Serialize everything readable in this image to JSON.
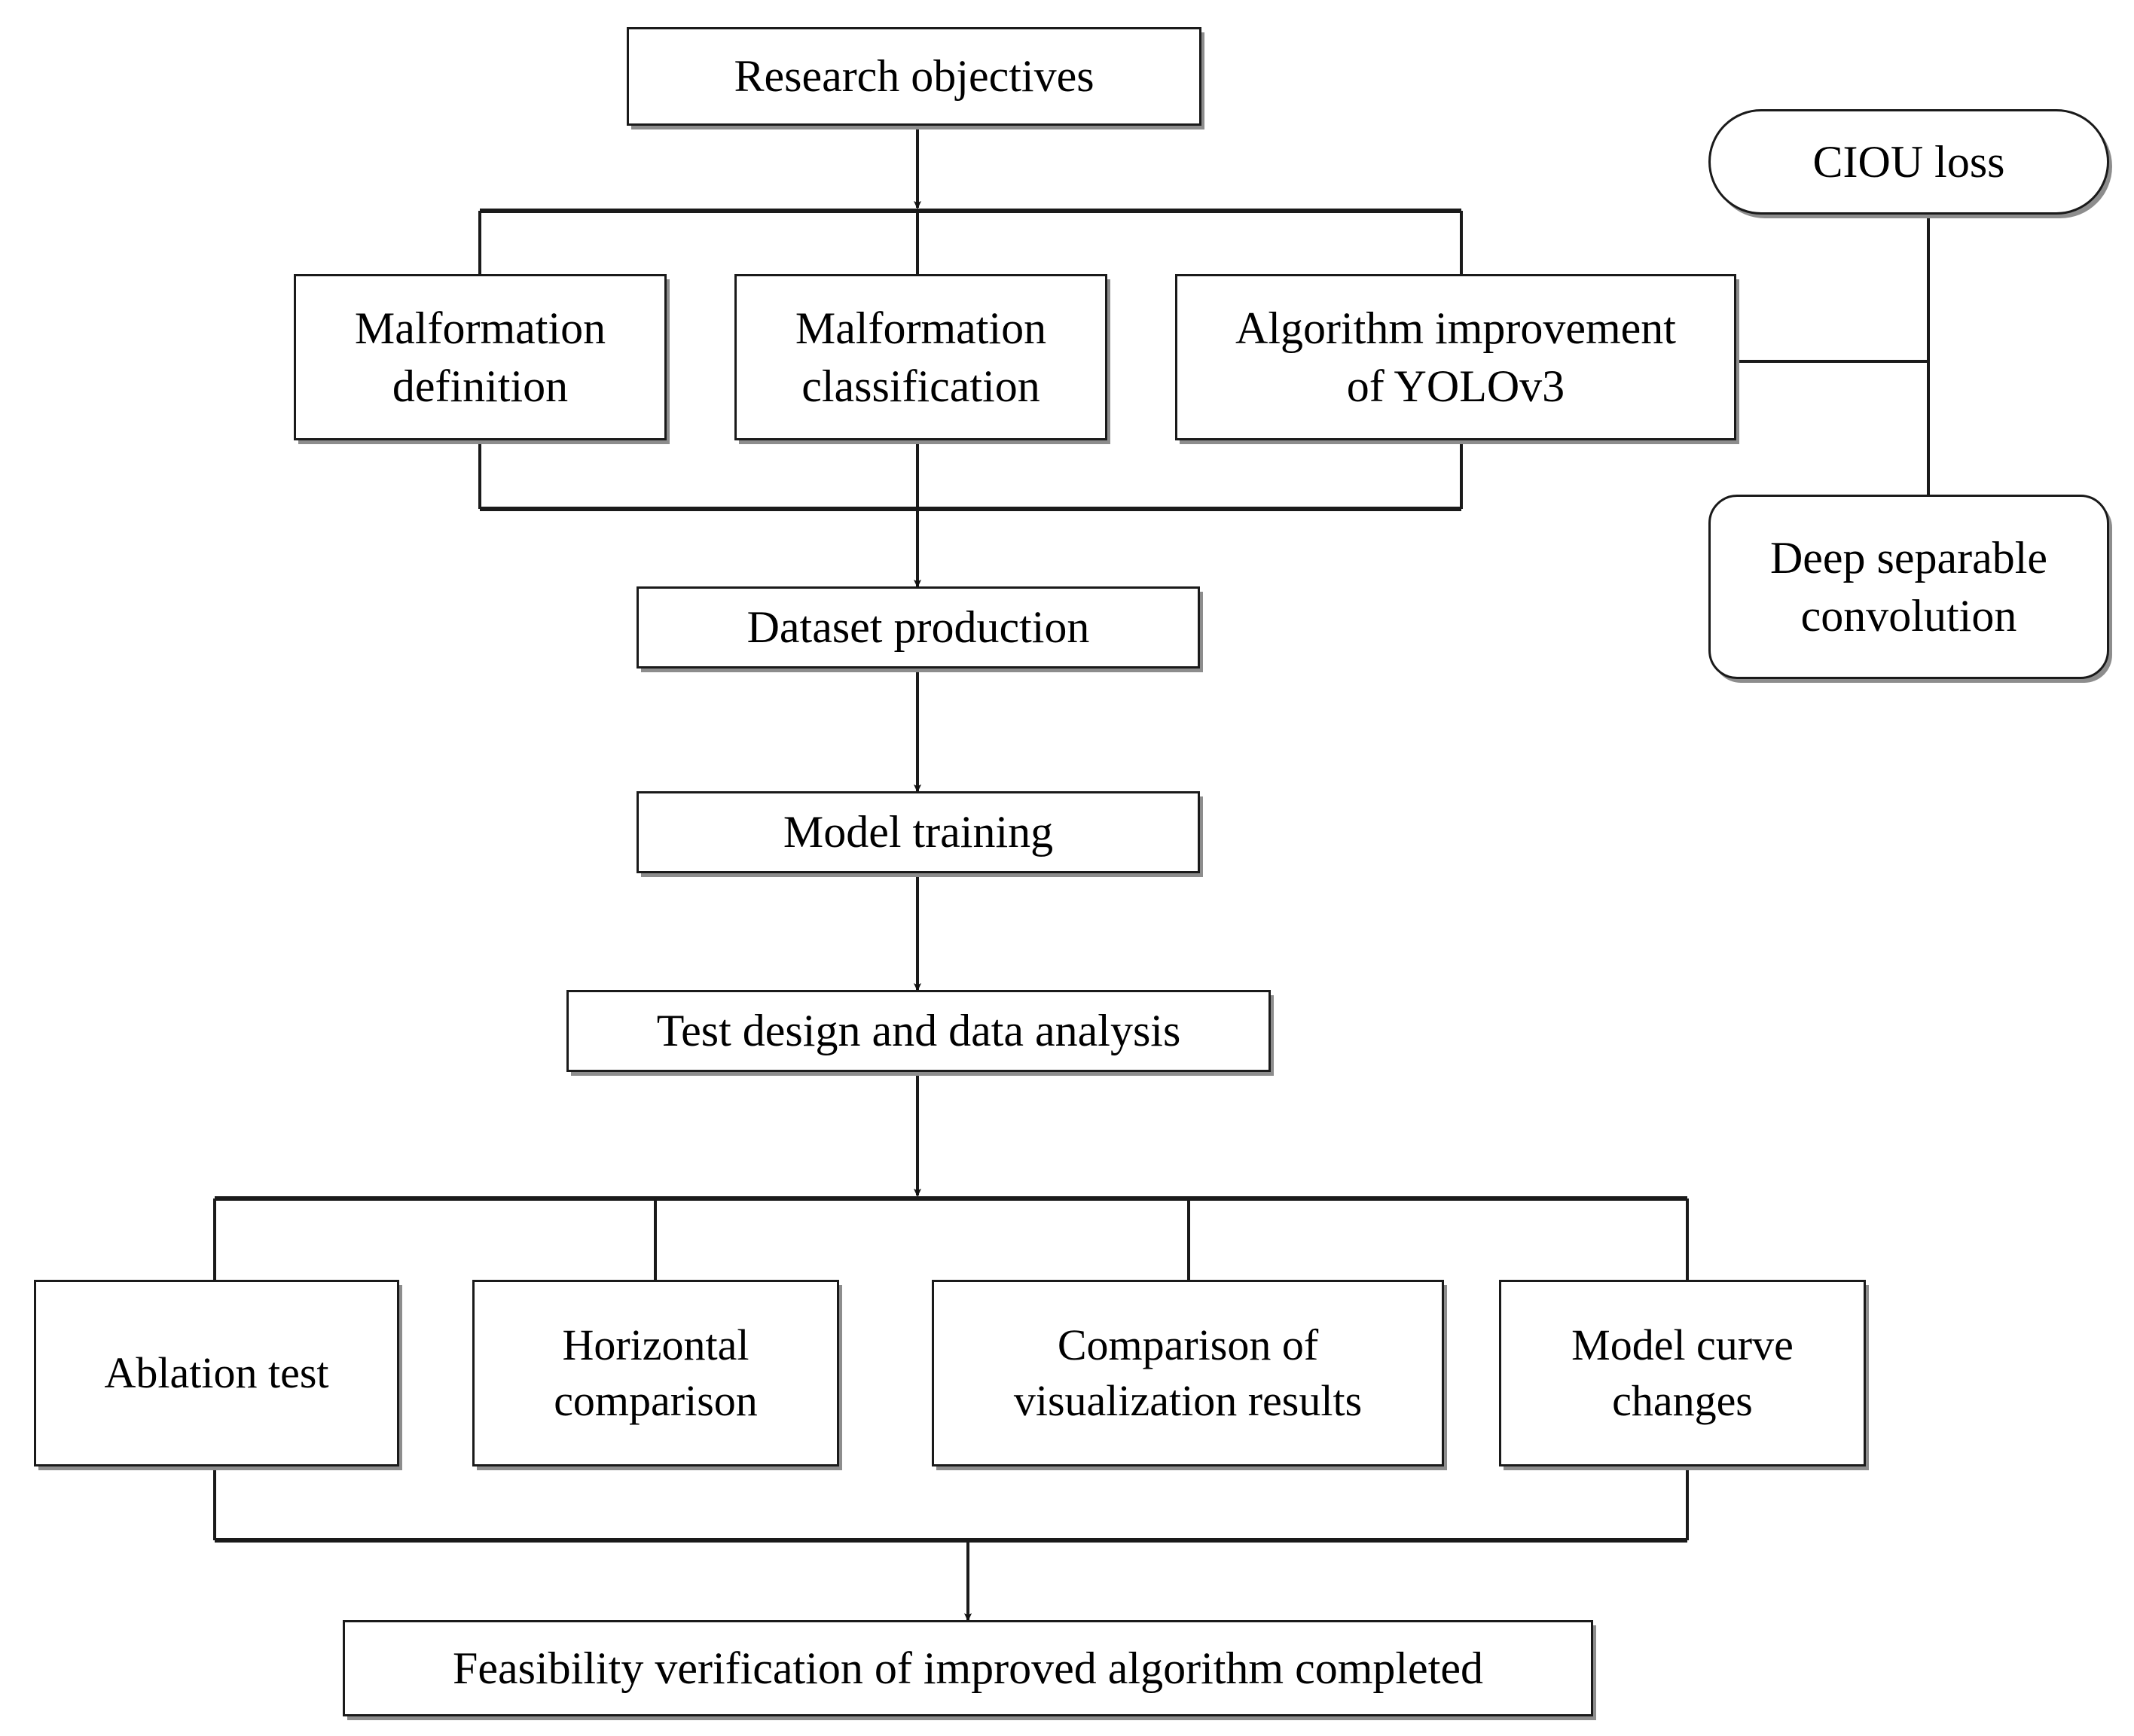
{
  "diagram": {
    "title": "Research methodology flowchart",
    "background": "#ffffff",
    "line_color": "#1a1a1a",
    "shadow_color": "#8d8d8d",
    "text_color": "#000000"
  },
  "nodes": {
    "research_objectives": {
      "label": "Research objectives",
      "shape": "rect"
    },
    "malformation_definition": {
      "label": "Malformation\ndefinition",
      "shape": "rect"
    },
    "malformation_classification": {
      "label": "Malformation\nclassification",
      "shape": "rect"
    },
    "algorithm_improvement": {
      "label": "Algorithm improvement\nof YOLOv3",
      "shape": "rect"
    },
    "ciou_loss": {
      "label": "CIOU loss",
      "shape": "pill"
    },
    "deep_separable_convolution": {
      "label": "Deep separable\nconvolution",
      "shape": "rounded-rect"
    },
    "dataset_production": {
      "label": "Dataset production",
      "shape": "rect"
    },
    "model_training": {
      "label": "Model training",
      "shape": "rect"
    },
    "test_design": {
      "label": "Test design and data analysis",
      "shape": "rect"
    },
    "ablation_test": {
      "label": "Ablation test",
      "shape": "rect"
    },
    "horizontal_comparison": {
      "label": "Horizontal\ncomparison",
      "shape": "rect"
    },
    "visualization_comparison": {
      "label": "Comparison of\nvisualization results",
      "shape": "rect"
    },
    "model_curve_changes": {
      "label": "Model curve\nchanges",
      "shape": "rect"
    },
    "feasibility_verification": {
      "label": "Feasibility verification of improved algorithm completed",
      "shape": "rect"
    }
  },
  "edges": [
    {
      "from": "research_objectives",
      "to": "branch_bus_top",
      "arrow": true
    },
    {
      "from": "branch_bus_top",
      "to": "malformation_definition",
      "arrow": false
    },
    {
      "from": "branch_bus_top",
      "to": "malformation_classification",
      "arrow": false
    },
    {
      "from": "branch_bus_top",
      "to": "algorithm_improvement",
      "arrow": false
    },
    {
      "from": "merge_bus_upper",
      "to": "dataset_production",
      "arrow": true
    },
    {
      "from": "dataset_production",
      "to": "model_training",
      "arrow": true
    },
    {
      "from": "model_training",
      "to": "test_design",
      "arrow": true
    },
    {
      "from": "test_design",
      "to": "branch_bus_bottom",
      "arrow": true
    },
    {
      "from": "branch_bus_bottom",
      "to": "ablation_test",
      "arrow": false
    },
    {
      "from": "branch_bus_bottom",
      "to": "horizontal_comparison",
      "arrow": false
    },
    {
      "from": "branch_bus_bottom",
      "to": "visualization_comparison",
      "arrow": false
    },
    {
      "from": "branch_bus_bottom",
      "to": "model_curve_changes",
      "arrow": false
    },
    {
      "from": "merge_bus_lower",
      "to": "feasibility_verification",
      "arrow": true
    },
    {
      "from": "ciou_loss",
      "to": "algorithm_improvement",
      "arrow": true
    },
    {
      "from": "deep_separable_convolution",
      "to": "algorithm_improvement",
      "arrow": true
    }
  ]
}
